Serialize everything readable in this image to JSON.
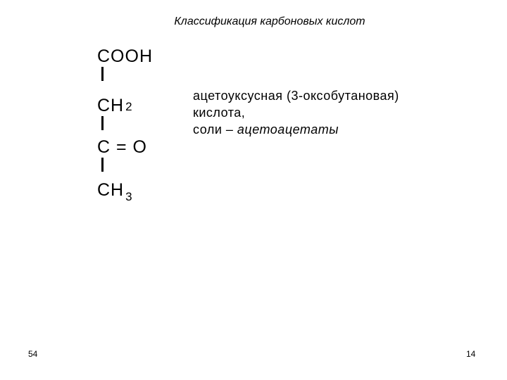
{
  "slide": {
    "title": "Классификация карбоновых кислот",
    "formula": {
      "row1": "COOH",
      "row2_main": "CH",
      "row2_sub": "2",
      "row3": "C = O",
      "row4_main": "CH",
      "row4_sub": "3"
    },
    "description": {
      "line1": "ацетоуксусная (3-оксобутановая)",
      "line2": "кислота,",
      "line3_prefix": "соли – ",
      "line3_italic": "ацетоацетаты"
    },
    "footer": {
      "left_number": "54",
      "right_number": "14"
    }
  }
}
